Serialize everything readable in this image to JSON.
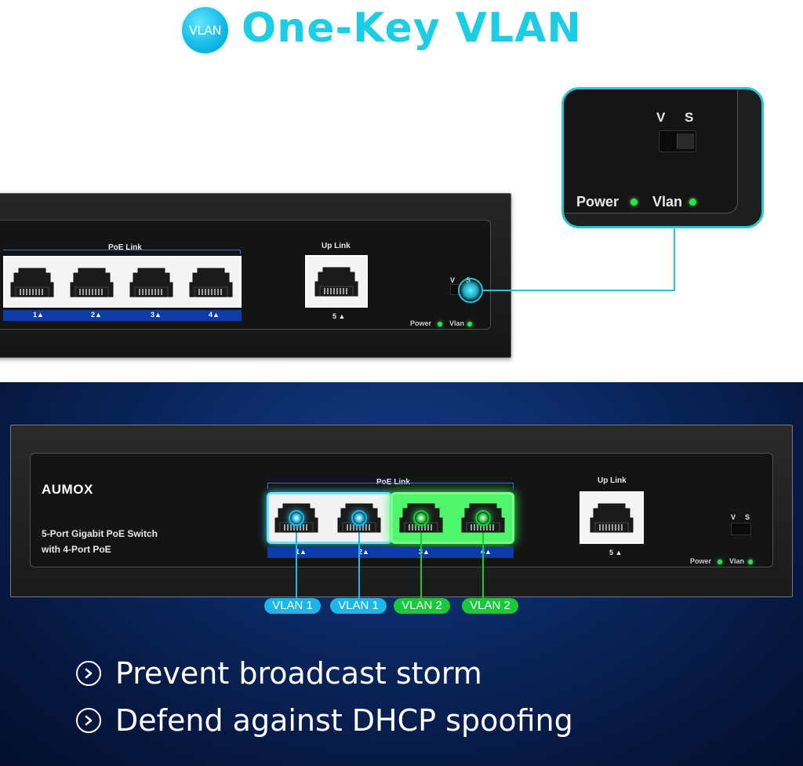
{
  "header": {
    "badge_text": "VLAN",
    "title": "One-Key VLAN",
    "title_color": "#1ccde6"
  },
  "top_switch": {
    "poe_link_label": "PoE Link",
    "uplink_label": "Up Link",
    "ports": [
      "1▲",
      "2▲",
      "3▲",
      "4▲"
    ],
    "uplink_port": "5 ▲",
    "switch_v": "V",
    "switch_s": "S",
    "power_label": "Power",
    "vlan_label": "Vlan"
  },
  "zoom": {
    "v_label": "V",
    "s_label": "S",
    "power_label": "Power",
    "vlan_label": "Vlan",
    "accent_color": "#26c6d8"
  },
  "bottom_switch": {
    "brand": "AUMOX",
    "desc_line1": "5-Port Gigabit PoE Switch",
    "desc_line2": "with 4-Port PoE",
    "poe_link_label": "PoE Link",
    "uplink_label": "Up Link",
    "ports": [
      "1▲",
      "2▲",
      "3▲",
      "4▲"
    ],
    "uplink_port": "5 ▲",
    "switch_v": "V",
    "switch_s": "S",
    "power_label": "Power",
    "vlan_label": "Vlan"
  },
  "vlan_tags": [
    {
      "label": "VLAN 1",
      "color": "#1cb6e8"
    },
    {
      "label": "VLAN 1",
      "color": "#1cb6e8"
    },
    {
      "label": "VLAN 2",
      "color": "#19c93a"
    },
    {
      "label": "VLAN 2",
      "color": "#19c93a"
    }
  ],
  "features": [
    "Prevent broadcast storm",
    "Defend against DHCP spoofing"
  ]
}
